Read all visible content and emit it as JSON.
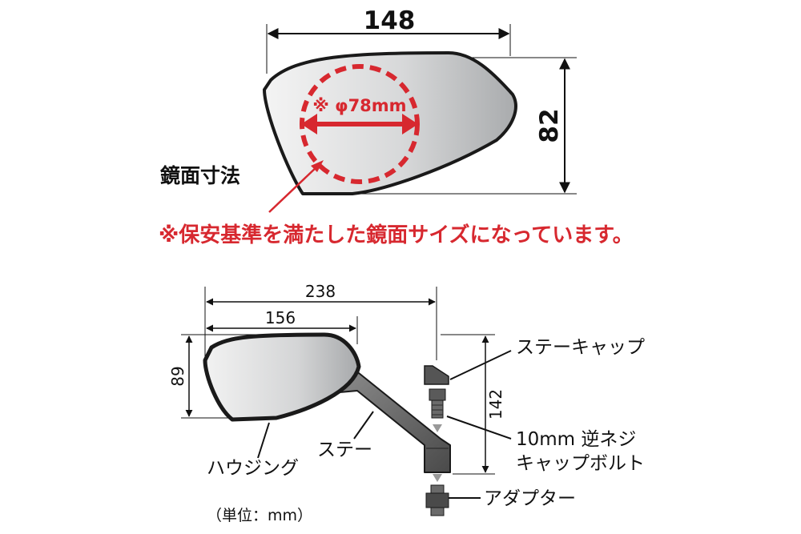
{
  "top_view": {
    "width_label": "148",
    "height_label": "82",
    "circle_label": "※ φ78mm",
    "section_title": "鏡面寸法",
    "note": "※保安基準を満たした鏡面サイズになっています。"
  },
  "bottom_view": {
    "overall_width_label": "238",
    "mirror_width_label": "156",
    "mirror_height_label": "89",
    "total_height_label": "142",
    "parts": {
      "stay_cap": "ステーキャップ",
      "bolt_line1": "10mm 逆ネジ",
      "bolt_line2": "キャップボルト",
      "adapter": "アダプター",
      "housing": "ハウジング",
      "stay": "ステー"
    },
    "unit_note": "（単位：mm）"
  },
  "colors": {
    "accent_red": "#d7282f",
    "mirror_fill": "#d6d8da",
    "stay_fill": "#6e6e6e",
    "line": "#111111"
  }
}
